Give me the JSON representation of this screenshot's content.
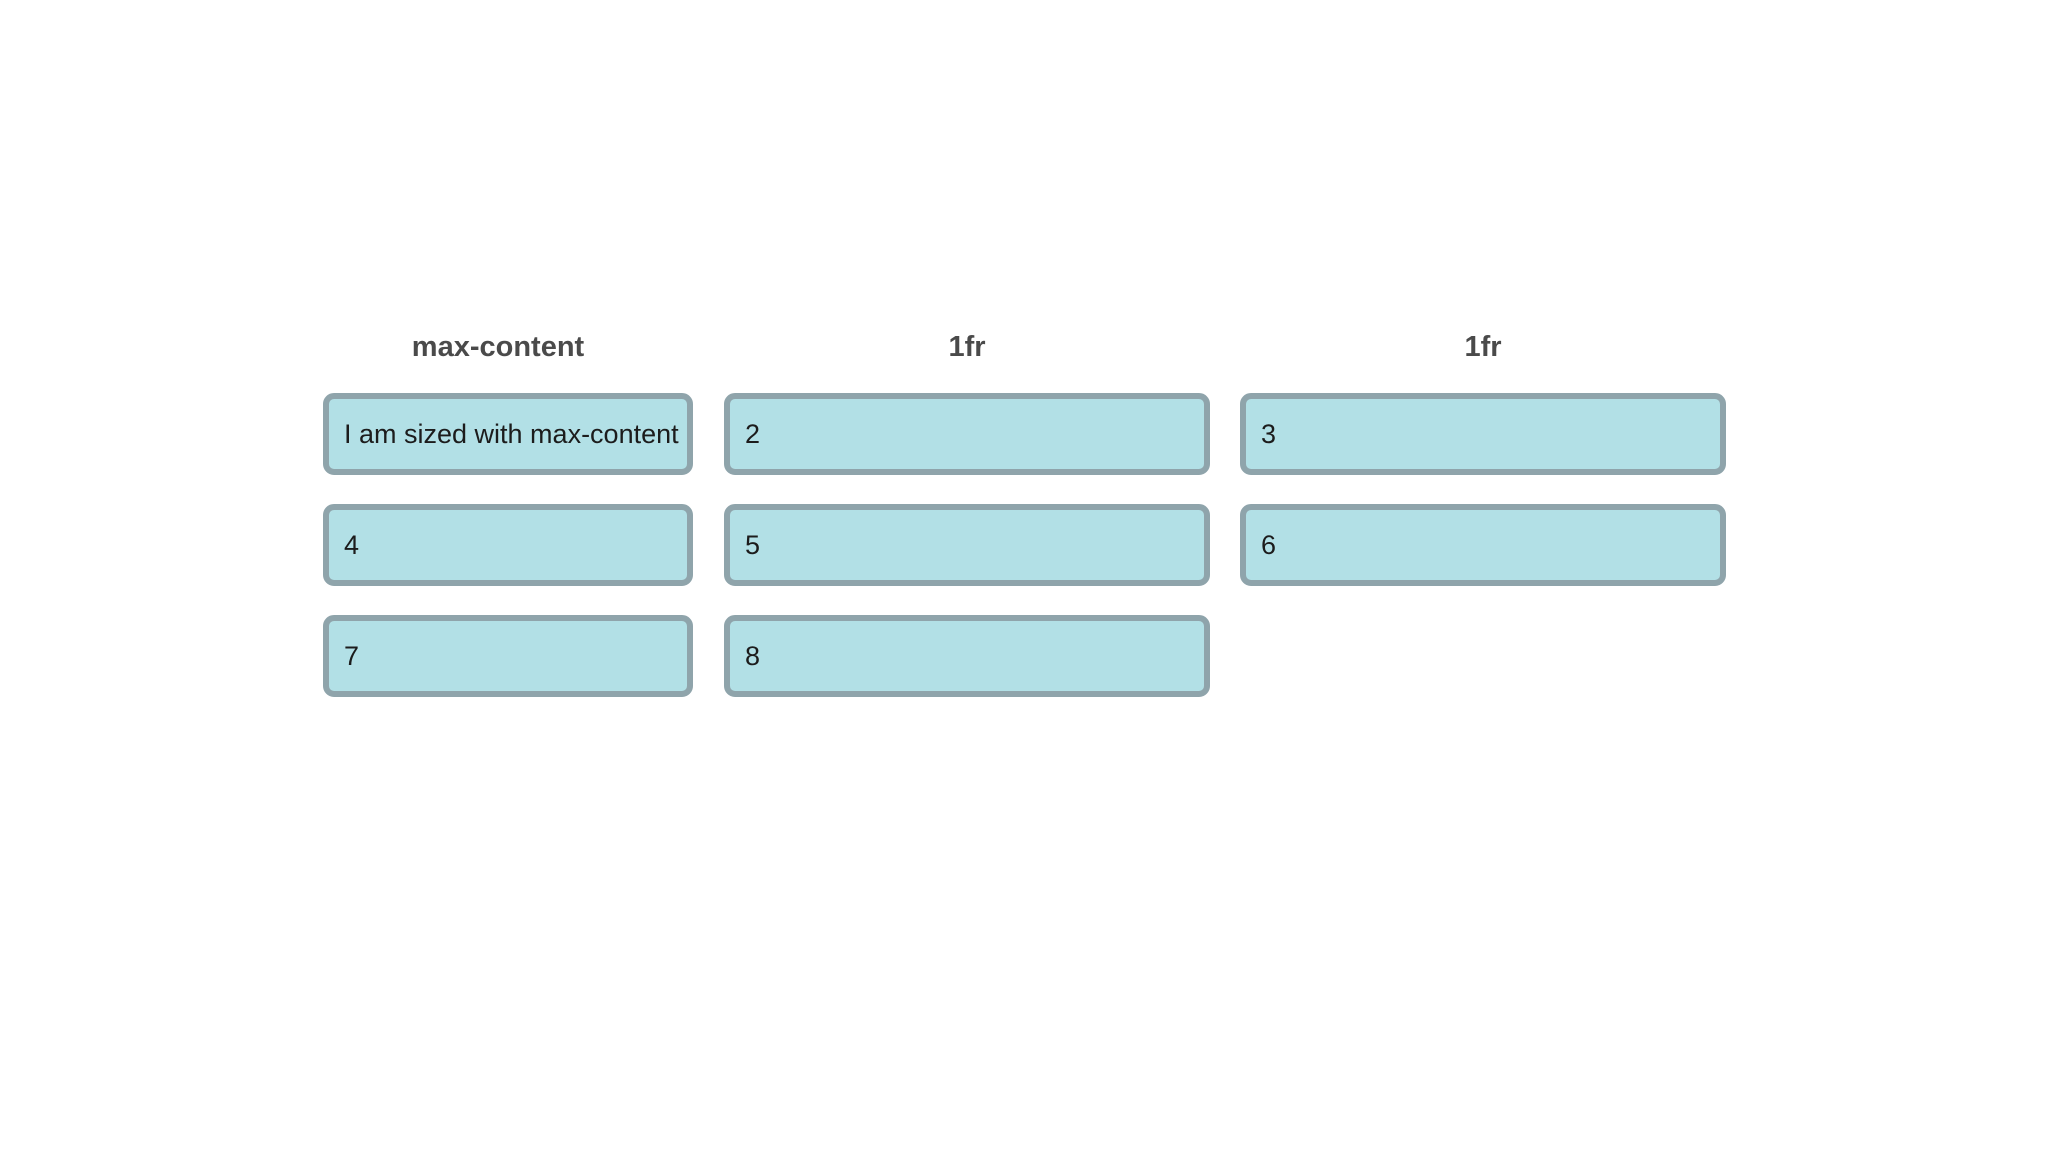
{
  "headers": [
    "max-content",
    "1fr",
    "1fr"
  ],
  "cells": [
    "I am sized with max-content",
    "2",
    "3",
    "4",
    "5",
    "6",
    "7",
    "8"
  ]
}
